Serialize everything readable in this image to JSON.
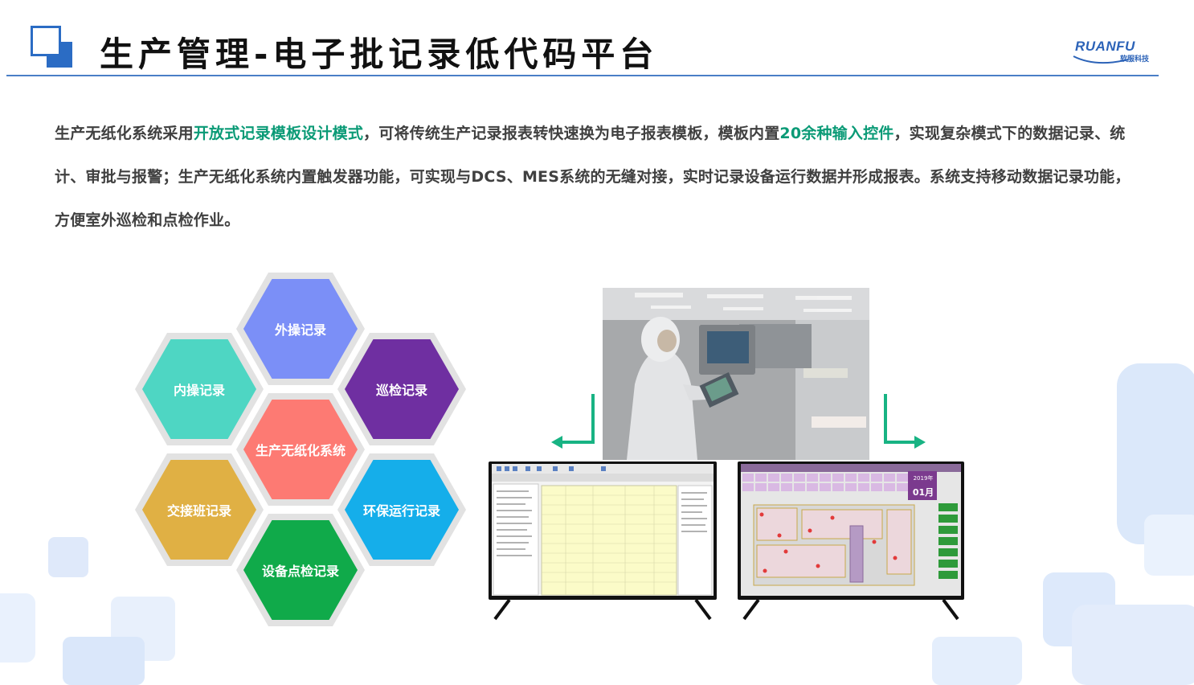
{
  "header": {
    "title": "生产管理-电子批记录低代码平台",
    "logo_text": "RUANFU",
    "logo_subtext": "软服科技"
  },
  "intro": {
    "segments": [
      {
        "text": "生产无纸化系统采用",
        "highlight": false
      },
      {
        "text": "开放式记录模板设计模式",
        "highlight": true
      },
      {
        "text": "，可将传统生产记录报表转快速换为电子报表模板，模板内置",
        "highlight": false
      },
      {
        "text": "20余种输入控件",
        "highlight": true
      },
      {
        "text": "，实现复杂模式下的数据记录、统计、审批与报警；生产无纸化系统内置触发器功能，可实现与DCS、MES系统的无缝对接，实时记录设备运行数据并形成报表。系统支持移动数据记录功能，方便室外巡检和点检作业。",
        "highlight": false
      }
    ]
  },
  "hex_cluster": [
    {
      "label": "外操记录",
      "color": "#7b8ff7"
    },
    {
      "label": "内操记录",
      "color": "#4ed6c3"
    },
    {
      "label": "巡检记录",
      "color": "#6f2fa1"
    },
    {
      "label": "生产无纸化系统",
      "color": "#fd7a73"
    },
    {
      "label": "交接班记录",
      "color": "#e0b044"
    },
    {
      "label": "环保运行记录",
      "color": "#15aeea"
    },
    {
      "label": "设备点检记录",
      "color": "#10aa4a"
    }
  ],
  "colors": {
    "accent_blue": "#2b6cc4",
    "highlight_green": "#0a9a76",
    "arrow_green": "#18b383"
  },
  "monitor_right": {
    "calendar_year": "2019年",
    "calendar_month": "01月"
  }
}
